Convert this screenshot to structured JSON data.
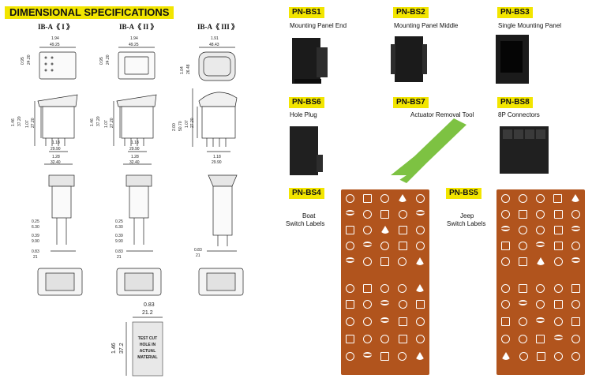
{
  "header": {
    "title": "DIMENSIONAL SPECIFICATIONS"
  },
  "views": [
    {
      "label": "IB-A《 I 》",
      "top_width": [
        "1.94",
        "49.25"
      ],
      "side_height": [
        "0.95",
        "24.20"
      ],
      "body_height": [
        "1.46",
        "37.20"
      ],
      "inner_height": [
        "1.07",
        "27.20"
      ],
      "w1": [
        "1.18",
        "29.90"
      ],
      "w2": [
        "1.28",
        "32.40"
      ]
    },
    {
      "label": "IB-A《 II 》",
      "top_width": [
        "1.94",
        "49.25"
      ],
      "side_height": [
        "0.95",
        "24.20"
      ],
      "body_height": [
        "1.46",
        "37.20"
      ],
      "inner_height": [
        "1.07",
        "27.20"
      ],
      "w1": [
        "1.18",
        "29.90"
      ],
      "w2": [
        "1.28",
        "32.40"
      ]
    },
    {
      "label": "IB-A《 III 》",
      "top_width": [
        "1.91",
        "48.43"
      ],
      "side_height": [
        "1.04",
        "26.48"
      ],
      "body_height": [
        "2.00",
        "50.70"
      ],
      "inner_height": [
        "1.07",
        "27.20"
      ],
      "w1": [
        "1.18",
        "29.90"
      ]
    }
  ],
  "terminals": {
    "a": [
      "0.25",
      "6.30"
    ],
    "b": [
      "0.39",
      "9.90"
    ],
    "c": [
      "0.83",
      "21"
    ]
  },
  "cutout": {
    "width": [
      "0.83",
      "21.2"
    ],
    "height": [
      "1.46",
      "37.2"
    ],
    "text": [
      "TEST CUT",
      "HOLE IN",
      "ACTUAL",
      "MATERIAL"
    ]
  },
  "accessories": [
    {
      "code": "PN-BS1",
      "caption": "Mounting Panel End"
    },
    {
      "code": "PN-BS2",
      "caption": "Mounting Panel Middle"
    },
    {
      "code": "PN-BS3",
      "caption": "Single Mounting Panel"
    },
    {
      "code": "PN-BS6",
      "caption": "Hole Plug"
    },
    {
      "code": "PN-BS7",
      "caption": "Actuator Removal Tool"
    },
    {
      "code": "PN-BS8",
      "caption": "8P Connectors"
    },
    {
      "code": "PN-BS4",
      "caption_lines": [
        "Boat",
        "Switch Labels"
      ]
    },
    {
      "code": "PN-BS5",
      "caption_lines": [
        "Jeep",
        "Switch Labels"
      ]
    }
  ],
  "colors": {
    "highlight": "#f2e500",
    "label_sheet": "#b1541d",
    "tool": "#7dc242"
  }
}
